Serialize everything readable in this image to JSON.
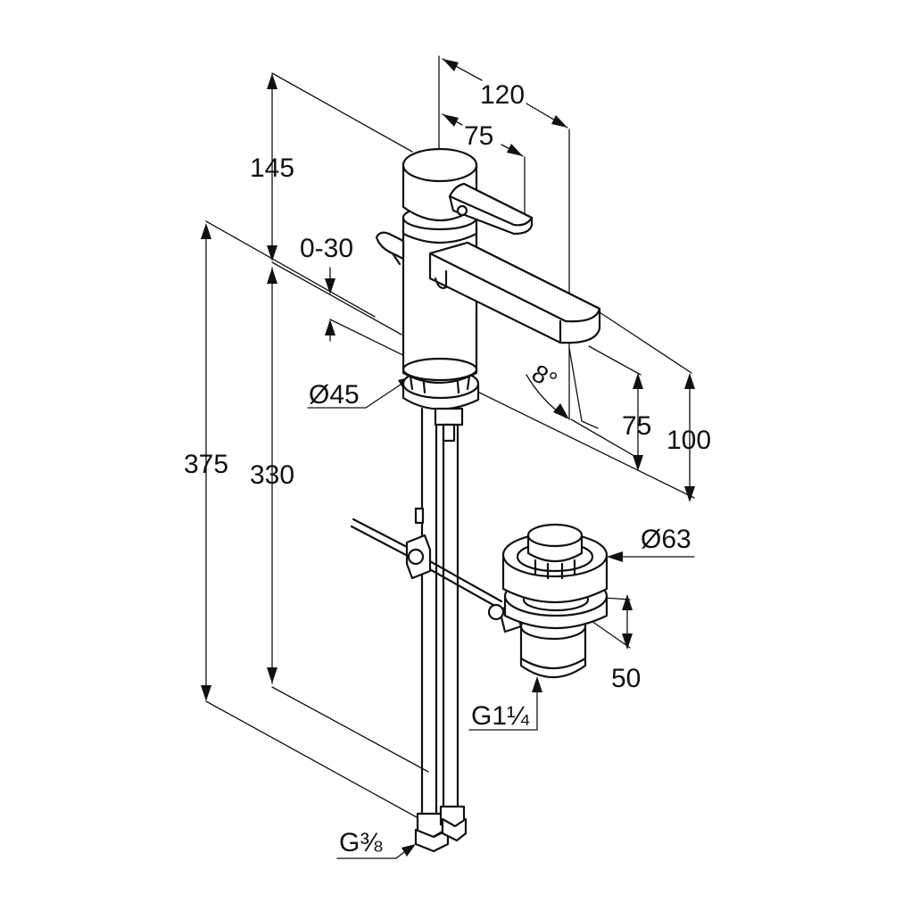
{
  "dimensions": {
    "d120": "120",
    "d75_top": "75",
    "d145": "145",
    "d0_30": "0-30",
    "d45": "Ø45",
    "angle8": "8°",
    "d75_right": "75",
    "d100": "100",
    "d375": "375",
    "d330": "330",
    "d63": "Ø63",
    "d50": "50",
    "g1_14": "G1¼",
    "g3_8": "G⅜"
  }
}
